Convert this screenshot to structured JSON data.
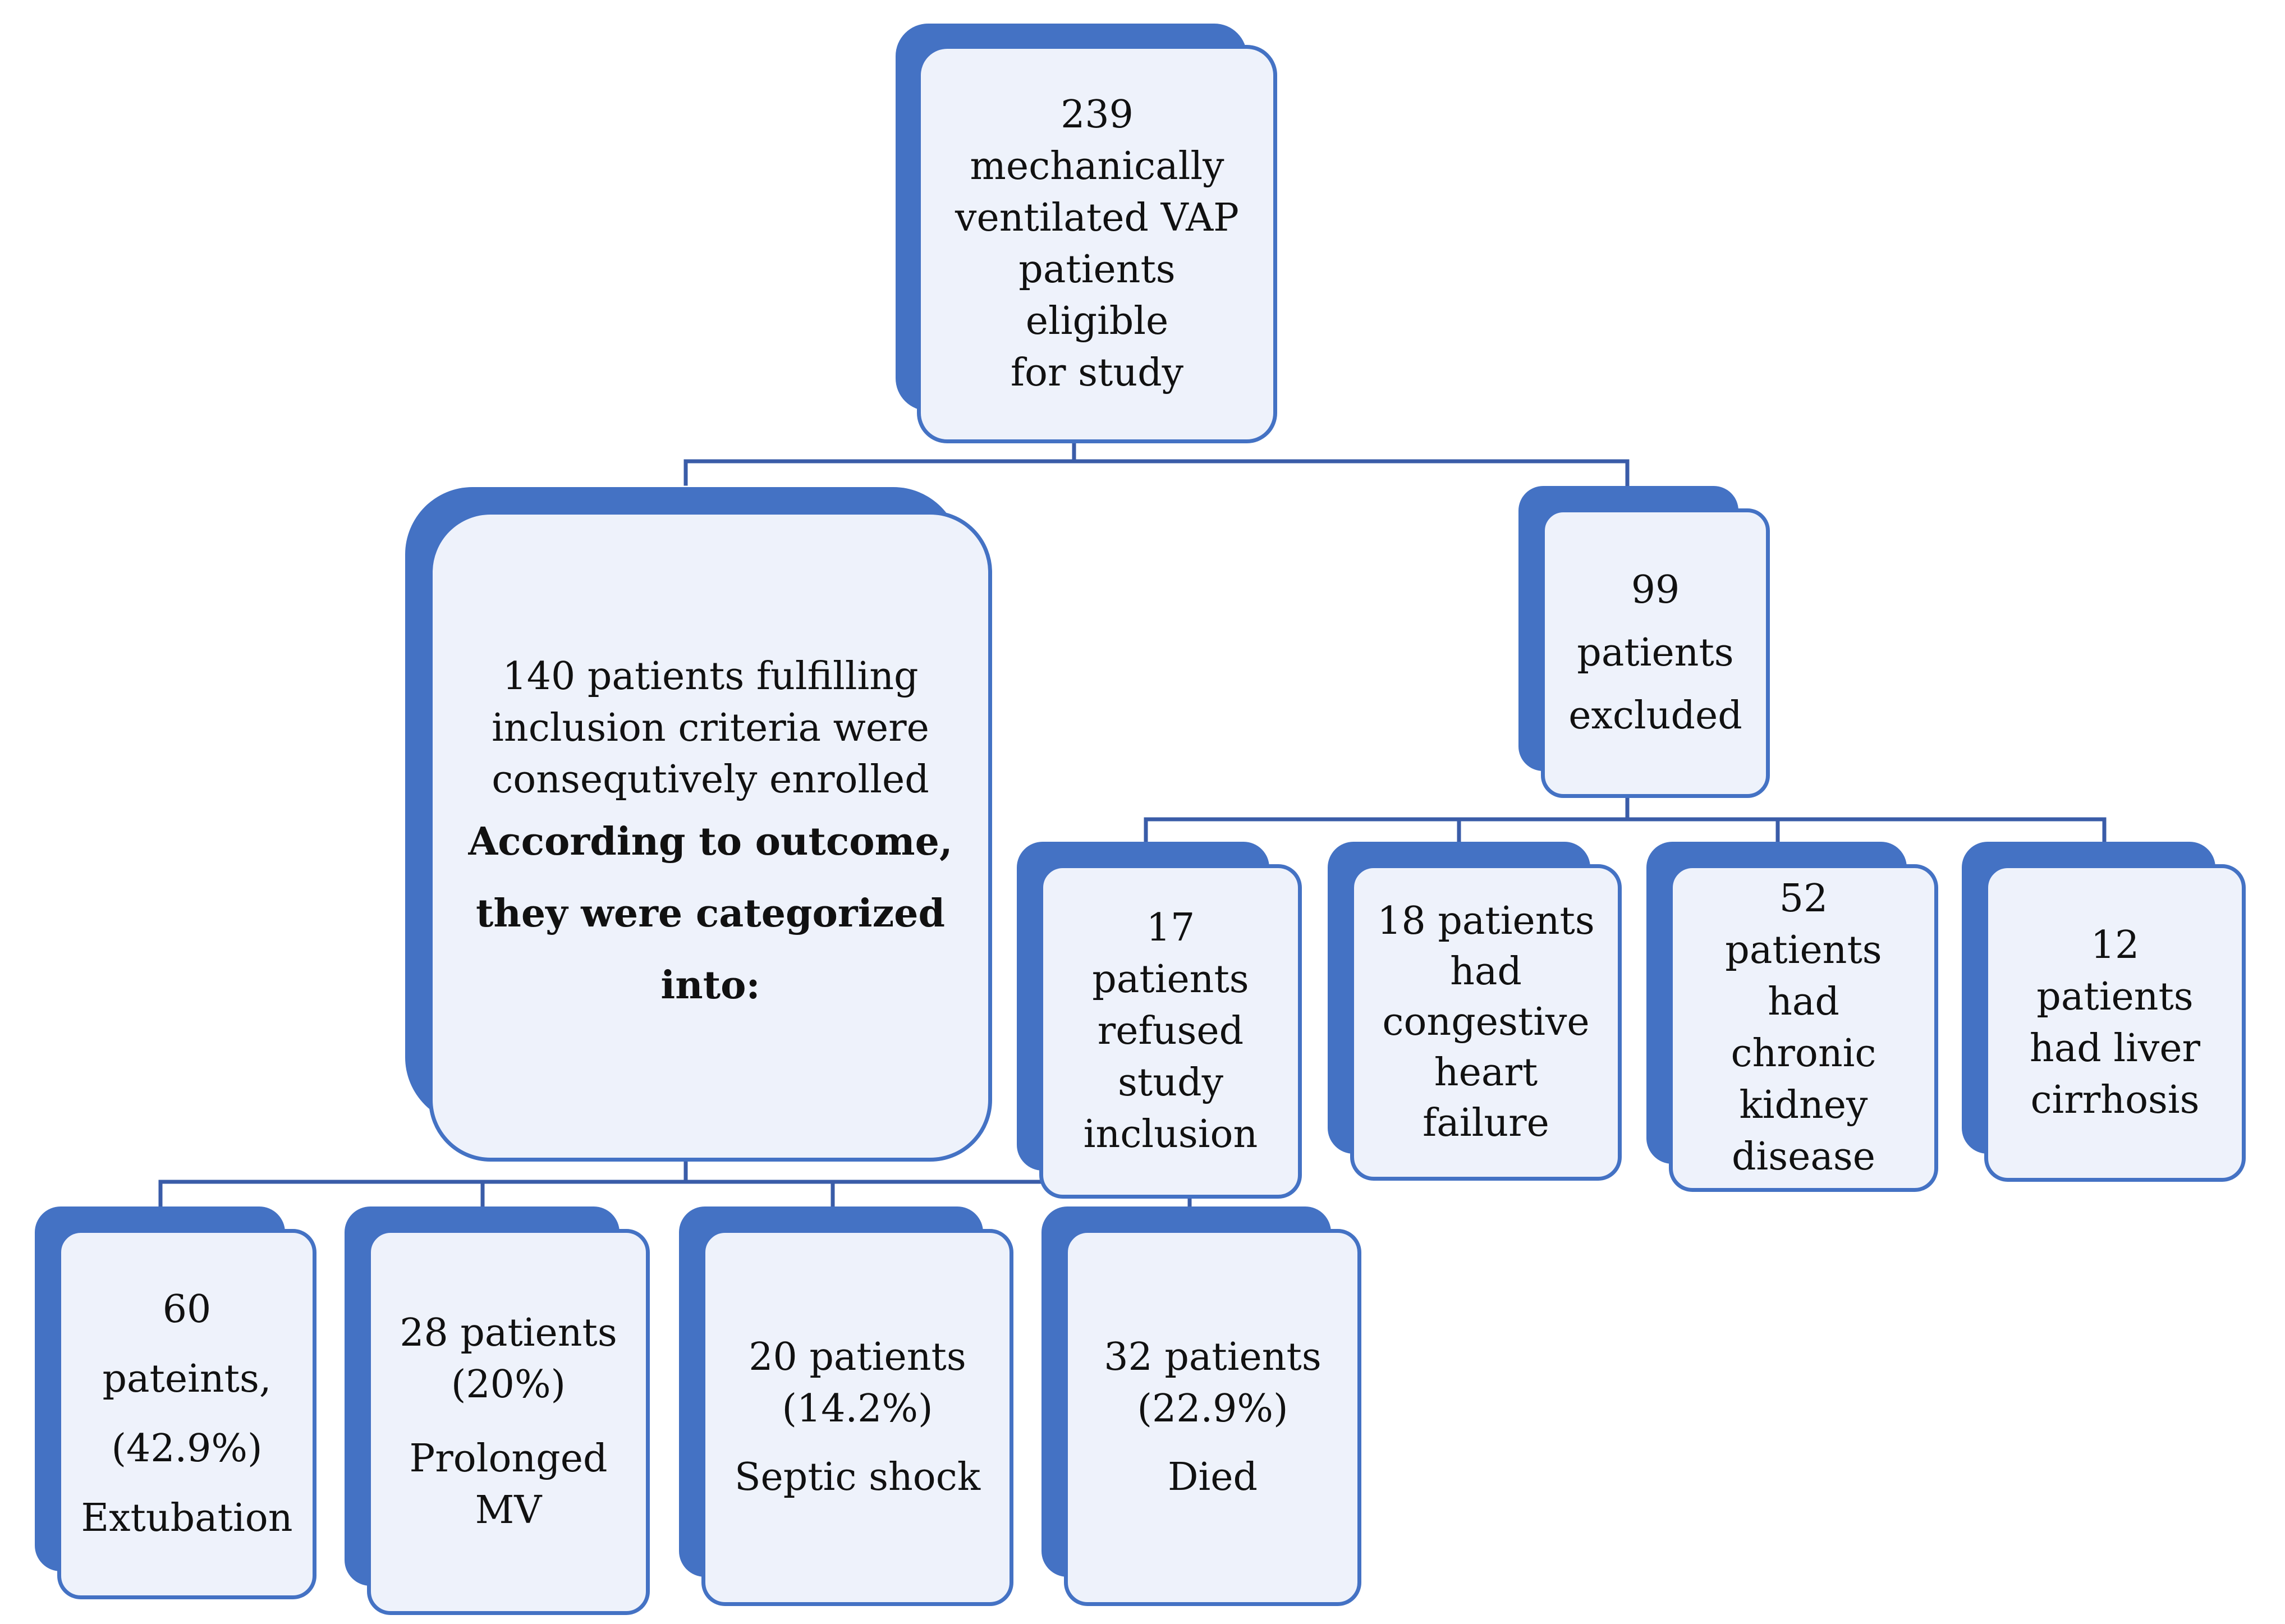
{
  "colors": {
    "accent": "#4472c4",
    "box_fill": "#eef2fb",
    "connector": "#3a5ca8"
  },
  "root": {
    "lines": [
      "239",
      "mechanically",
      "ventilated VAP",
      "patients eligible",
      "for study"
    ]
  },
  "enrolled": {
    "lines": [
      "140 patients fulfilling",
      "inclusion criteria were",
      "consequtively enrolled"
    ],
    "bold_lines": [
      "According to outcome,",
      "they were categorized",
      "into:"
    ]
  },
  "excluded": {
    "lines": [
      "99",
      "patients",
      "excluded"
    ]
  },
  "exclusion_reasons": [
    {
      "lines": [
        "17 patients",
        "refused",
        "study",
        "inclusion"
      ]
    },
    {
      "lines": [
        "18 patients",
        "had",
        "congestive",
        "heart",
        "failure"
      ]
    },
    {
      "lines": [
        "52 patients",
        "had chronic",
        "kidney",
        "disease"
      ]
    },
    {
      "lines": [
        "12 patients",
        "had liver",
        "cirrhosis"
      ]
    }
  ],
  "outcomes": [
    {
      "lines": [
        "60 pateints,",
        "(42.9%)",
        "Extubation"
      ]
    },
    {
      "lines": [
        "28 patients",
        "(20%)",
        "Prolonged",
        "MV"
      ]
    },
    {
      "lines": [
        "20 patients",
        "(14.2%)",
        "Septic shock"
      ]
    },
    {
      "lines": [
        "32 patients",
        "(22.9%)",
        "Died"
      ]
    }
  ]
}
